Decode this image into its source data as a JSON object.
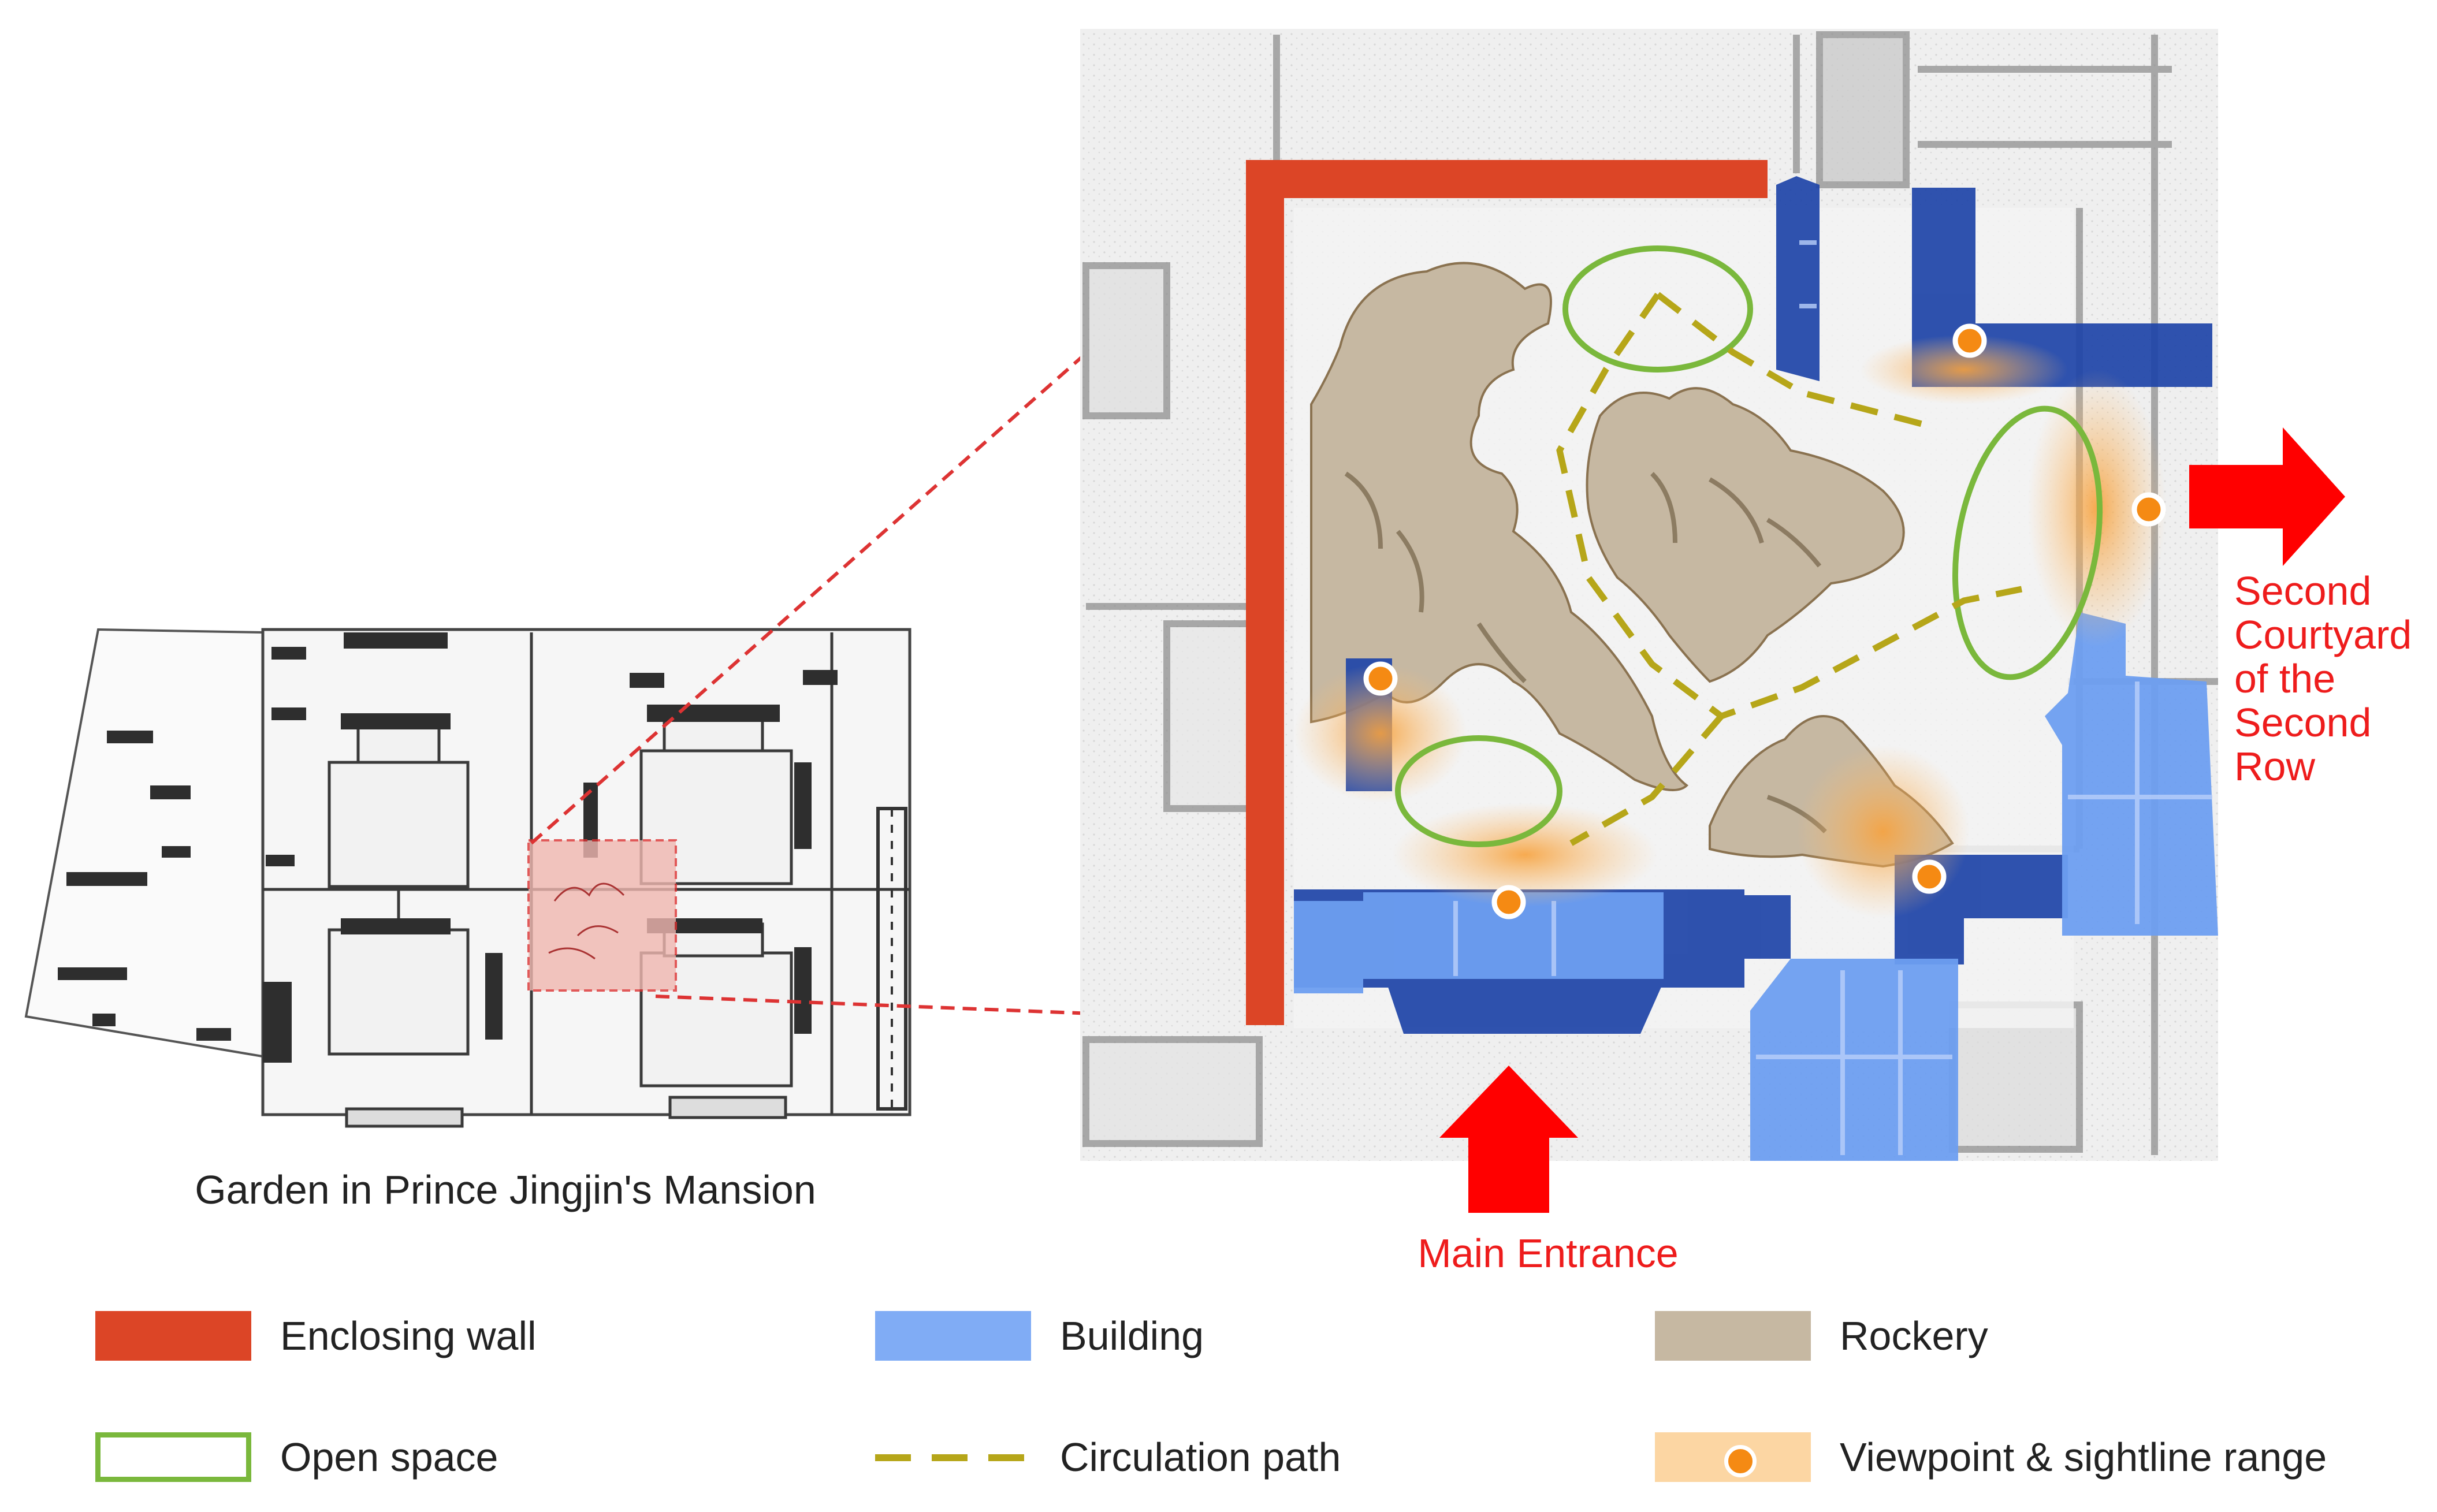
{
  "site_plan": {
    "caption": "Garden in Prince Jingjin's Mansion"
  },
  "detail": {
    "main_entrance_label": "Main Entrance",
    "second_courtyard_label": [
      "Second",
      "Courtyard",
      "of the",
      "Second",
      "Row"
    ]
  },
  "legend": [
    {
      "key": "wall",
      "label": "Enclosing wall",
      "color": "#dc4526"
    },
    {
      "key": "building",
      "label": "Building",
      "color": "#80acf5"
    },
    {
      "key": "rockery",
      "label": "Rockery",
      "color": "#c6b8a2"
    },
    {
      "key": "open",
      "label": "Open space",
      "color": "#7ab83c"
    },
    {
      "key": "path",
      "label": "Circulation path",
      "color": "#b6a619"
    },
    {
      "key": "viewpoint",
      "label": "Viewpoint & sightline range",
      "color": "#f58a13"
    }
  ],
  "colors": {
    "arrow": "#ff0000",
    "label_red": "#ee1c1c",
    "building_dark": "#1e44a8",
    "building_light": "#6d9ef0",
    "sightline": "#fbb460"
  }
}
